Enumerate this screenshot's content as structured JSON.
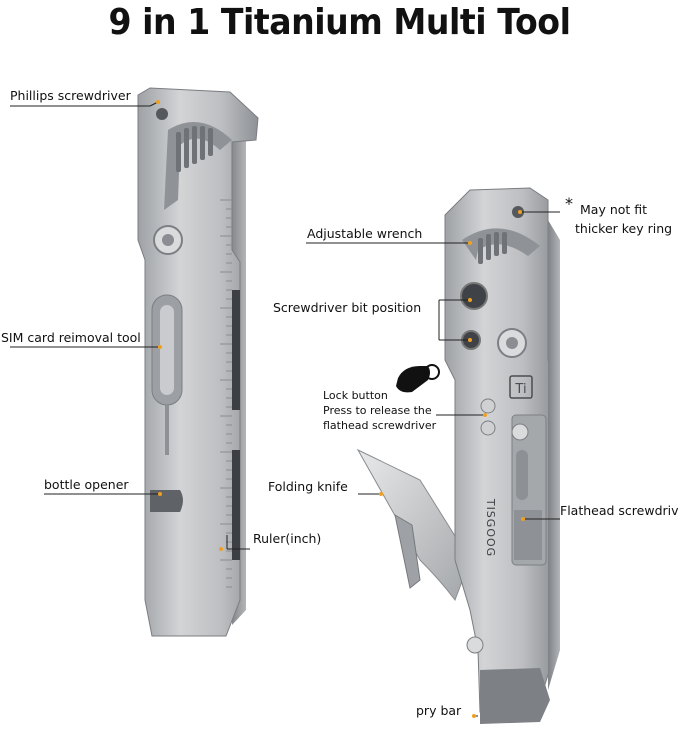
{
  "title": "9 in 1 Titanium Multi Tool",
  "colors": {
    "titanium": "#b9bbbd",
    "titanium_dark": "#8f9296",
    "leader": "#222222",
    "dot": "#f0a020"
  },
  "labels": {
    "phillips": "Phillips screwdriver",
    "sim": "SIM card reimoval tool",
    "bottle": "bottle opener",
    "ruler": "Ruler(inch)",
    "wrench": "Adjustable wrench",
    "bit": "Screwdriver bit position",
    "lock_title": "Lock button",
    "lock_line1": "Press to release the",
    "lock_line2": "flathead screwdriver",
    "folding_knife": "Folding knife",
    "flathead": "Flathead screwdriver",
    "pry": "pry bar",
    "keyring_star": "*",
    "keyring_line1": "May not fit",
    "keyring_line2": "thicker key ring"
  },
  "engraving": {
    "brand": "TISGOOG",
    "badge": "Ti"
  },
  "icons": {
    "lock": "finger-press-icon"
  }
}
